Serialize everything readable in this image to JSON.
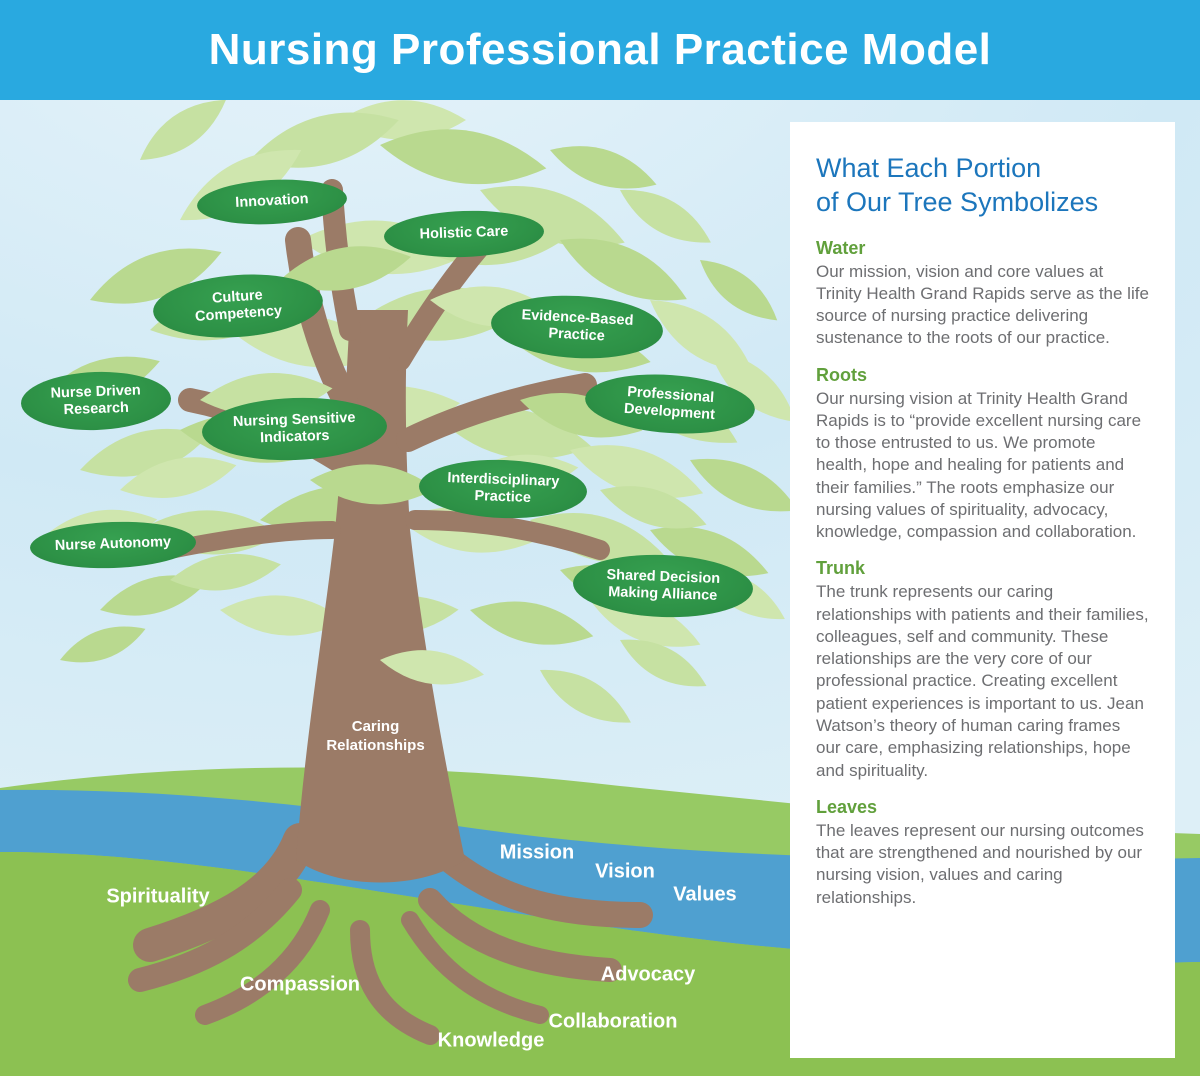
{
  "header": {
    "title": "Nursing Professional Practice Model"
  },
  "colors": {
    "header_blue": "#29A9E0",
    "title_blue": "#1C76BC",
    "heading_green": "#61A03C",
    "label_leaf_green": "#2D9146",
    "canopy_green": "#C6E1A2",
    "ground_green": "#8CC152",
    "river_blue": "#4FA0D0",
    "trunk_brown": "#9B7B67",
    "body_gray": "#6D6E71"
  },
  "tree": {
    "leaf_labels": [
      {
        "label": "Innovation"
      },
      {
        "label": "Holistic Care"
      },
      {
        "label": "Culture\nCompetency"
      },
      {
        "label": "Evidence-Based\nPractice"
      },
      {
        "label": "Nurse Driven\nResearch"
      },
      {
        "label": "Nursing Sensitive\nIndicators"
      },
      {
        "label": "Professional\nDevelopment"
      },
      {
        "label": "Interdisciplinary\nPractice"
      },
      {
        "label": "Nurse Autonomy"
      },
      {
        "label": "Shared Decision\nMaking Alliance"
      }
    ],
    "trunk_label": "Caring\nRelationships",
    "water_words": [
      "Mission",
      "Vision",
      "Values"
    ],
    "root_words": [
      "Spirituality",
      "Compassion",
      "Knowledge",
      "Collaboration",
      "Advocacy"
    ]
  },
  "panel": {
    "title": "What Each Portion\nof Our Tree Symbolizes",
    "sections": [
      {
        "heading": "Water",
        "body": "Our mission, vision and core values at Trinity Health Grand Rapids serve as the life source of nursing practice delivering sustenance to the roots of our practice."
      },
      {
        "heading": "Roots",
        "body": "Our nursing vision at Trinity Health Grand Rapids is to “provide excellent nursing care to those entrusted to us. We promote health, hope and healing for patients and their families.” The roots emphasize our nursing values of spirituality, advocacy, knowledge, compassion and collaboration."
      },
      {
        "heading": "Trunk",
        "body": "The trunk represents our caring relationships with patients and their families, colleagues, self and community. These relationships are the very core of our professional practice. Creating excellent patient experiences is important to us. Jean Watson’s theory of human caring frames our care, emphasizing relationships, hope and spirituality."
      },
      {
        "heading": "Leaves",
        "body": "The leaves represent our nursing outcomes that are strengthened and nourished by our nursing vision, values and caring relationships."
      }
    ]
  }
}
